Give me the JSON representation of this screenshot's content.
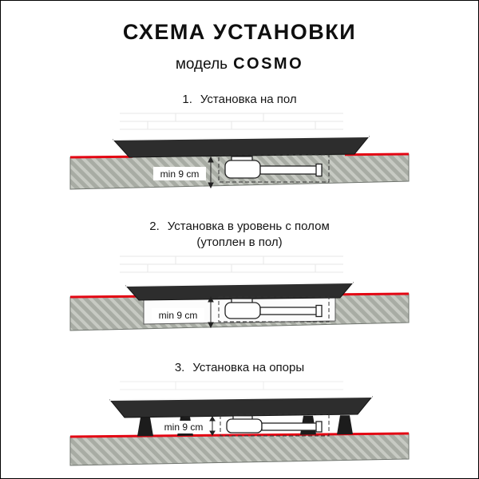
{
  "header": {
    "title": "СХЕМА УСТАНОВКИ",
    "model_label": "модель",
    "model_name": "COSMO"
  },
  "colors": {
    "accent_red": "#e30613",
    "tray_dark": "#2d2d2d",
    "slab_gray": "#a8aca4",
    "slab_stripe": "#c7cac3"
  },
  "sections": [
    {
      "number": "1.",
      "caption": "Установка на пол",
      "caption_line2": "",
      "min_label": "min 9 cm"
    },
    {
      "number": "2.",
      "caption": "Установка в уровень с полом",
      "caption_line2": "(утоплен в пол)",
      "min_label": "min 9 cm"
    },
    {
      "number": "3.",
      "caption": "Установка на опоры",
      "caption_line2": "",
      "min_label": "min 9 cm"
    }
  ]
}
